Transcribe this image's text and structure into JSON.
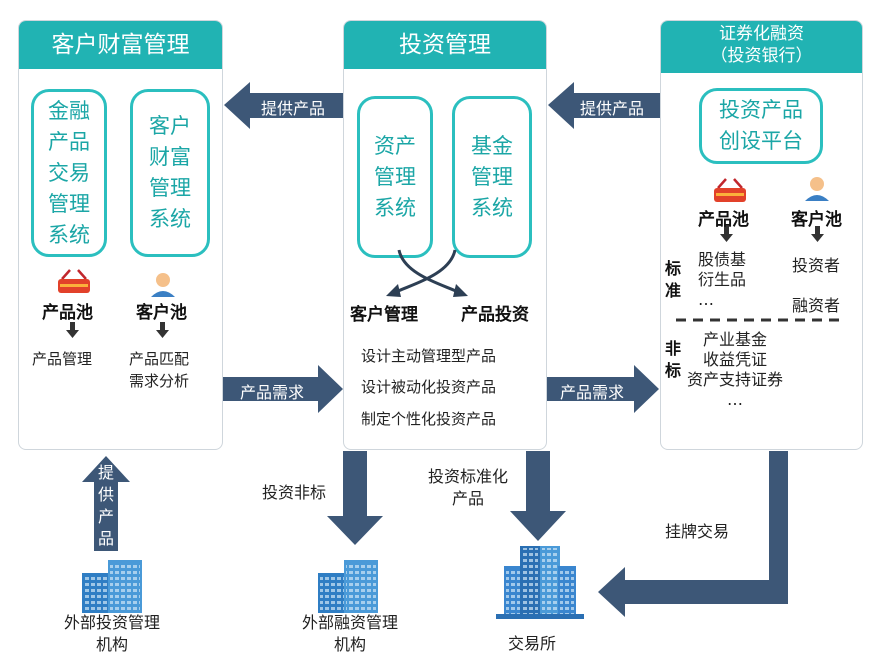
{
  "left_panel": {
    "title": "客户财富管理",
    "pill1": "金融\n产品\n交易\n管理\n系统",
    "pill2": "客户\n财富\n管理\n系统",
    "pool1": "产品池",
    "pool1_sub": "产品管理",
    "pool2": "客户池",
    "pool2_sub": "产品匹配\n需求分析"
  },
  "middle_panel": {
    "title": "投资管理",
    "pill1": "资产\n管理\n系统",
    "pill2": "基金\n管理\n系统",
    "label_left": "客户管理",
    "label_right": "产品投资",
    "items": [
      "设计主动管理型产品",
      "设计被动化投资产品",
      "制定个性化投资产品"
    ]
  },
  "right_panel": {
    "title": "证券化融资\n（投资银行）",
    "pill": "投资产品\n创设平台",
    "pool1": "产品池",
    "pool2": "客户池",
    "std_label": "标\n准",
    "std_items": "股债基\n衍生品\n…",
    "investor": "投资者",
    "financer": "融资者",
    "nonstd_label": "非\n标",
    "nonstd_items": "产业基金\n收益凭证\n资产支持证券\n…"
  },
  "arrows": {
    "provide_product_1": "提供产品",
    "provide_product_2": "提供产品",
    "demand_1": "产品需求",
    "demand_2": "产品需求",
    "provide_product_up": "提\n供\n产\n品",
    "invest_nonstd": "投资非标",
    "invest_std": "投资标准化\n产品",
    "listing": "挂牌交易"
  },
  "bottom": {
    "ext_invest": "外部投资管理\n机构",
    "ext_finance": "外部融资管理\n机构",
    "exchange": "交易所"
  },
  "colors": {
    "teal": "#21b3b3",
    "arrow": "#3d5777"
  }
}
